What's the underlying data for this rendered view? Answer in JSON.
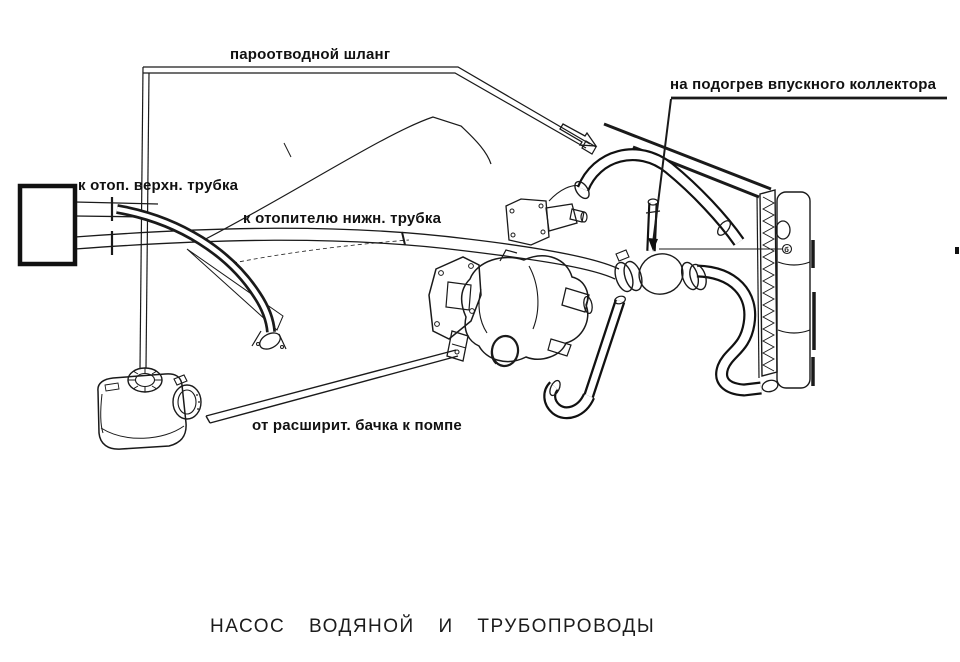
{
  "diagram": {
    "background": "#ffffff",
    "ink": "#1a1a1a",
    "labels": {
      "steam_hose": "пароотводной шланг",
      "intake_manifold_heating": "на подогрев впускного коллектора",
      "heater_upper_tube": "к отоп. верхн. трубка",
      "heater_lower_tube": "к отопителю нижн. трубка",
      "expansion_tank_to_pump": "от расширит. бачка к помпе",
      "radiator_mark": "б"
    },
    "title": "НАСОС ВОДЯНОЙ И ТРУБОПРОВОДЫ"
  }
}
